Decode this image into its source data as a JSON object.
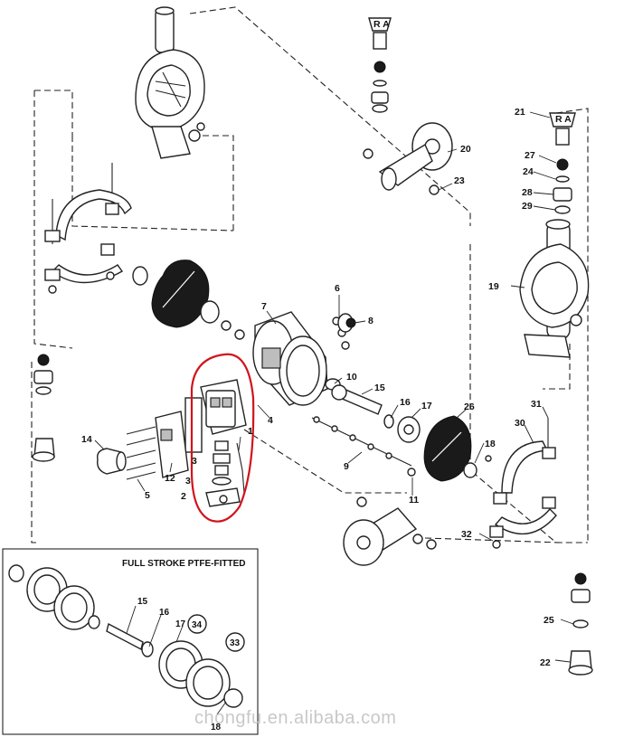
{
  "diagram": {
    "part_labels": [
      "1",
      "2",
      "3",
      "3",
      "4",
      "5",
      "6",
      "7",
      "8",
      "9",
      "10",
      "11",
      "12",
      "14",
      "15",
      "16",
      "17",
      "18",
      "19",
      "20",
      "21",
      "22",
      "23",
      "24",
      "25",
      "26",
      "27",
      "28",
      "29",
      "30",
      "31",
      "32"
    ],
    "inset": {
      "title": "FULL STROKE PTFE-FITTED",
      "labels": [
        "15",
        "16",
        "17",
        "34",
        "33",
        "18"
      ]
    },
    "watermark": "chongfu.en.alibaba.com",
    "highlight_color": "#d0141c"
  }
}
